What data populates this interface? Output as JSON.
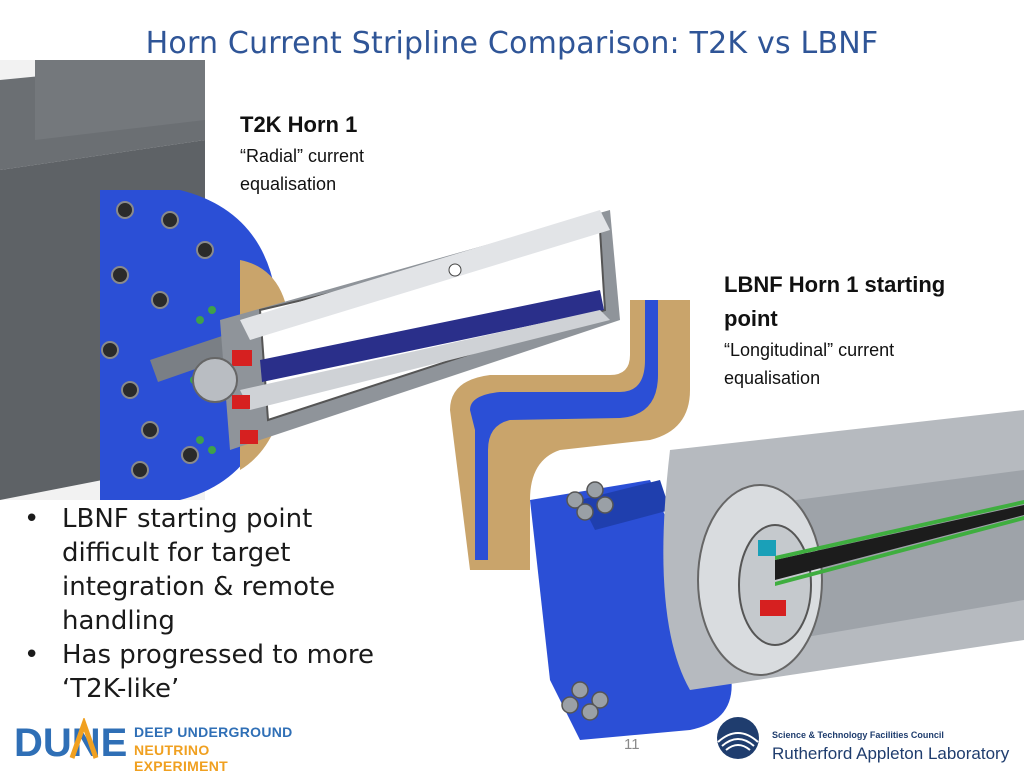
{
  "slide": {
    "title": "Horn Current Stripline Comparison: T2K vs LBNF",
    "page_number": "11"
  },
  "t2k_label": {
    "heading": "T2K Horn 1",
    "line1": "“Radial” current",
    "line2": "equalisation"
  },
  "lbnf_label": {
    "heading_line1": "LBNF Horn 1 starting",
    "heading_line2": "point",
    "line1": "“Longitudinal” current",
    "line2": "equalisation"
  },
  "bullets": [
    {
      "lines": [
        "LBNF starting point",
        "difficult for target",
        "integration & remote",
        "handling"
      ]
    },
    {
      "lines": [
        "Has progressed to more",
        "‘T2K-like’"
      ]
    }
  ],
  "logos": {
    "dune_wordmark": "DUNE",
    "dune_line1": "DEEP UNDERGROUND",
    "dune_line2": "NEUTRINO EXPERIMENT",
    "ral_line1": "Science & Technology Facilities Council",
    "ral_line2": "Rutherford Appleton Laboratory"
  },
  "colors": {
    "title": "#2f5597",
    "cad_blue": "#2b4fd6",
    "cad_copper": "#c9a46b",
    "cad_gray": "#9aa0a6"
  }
}
